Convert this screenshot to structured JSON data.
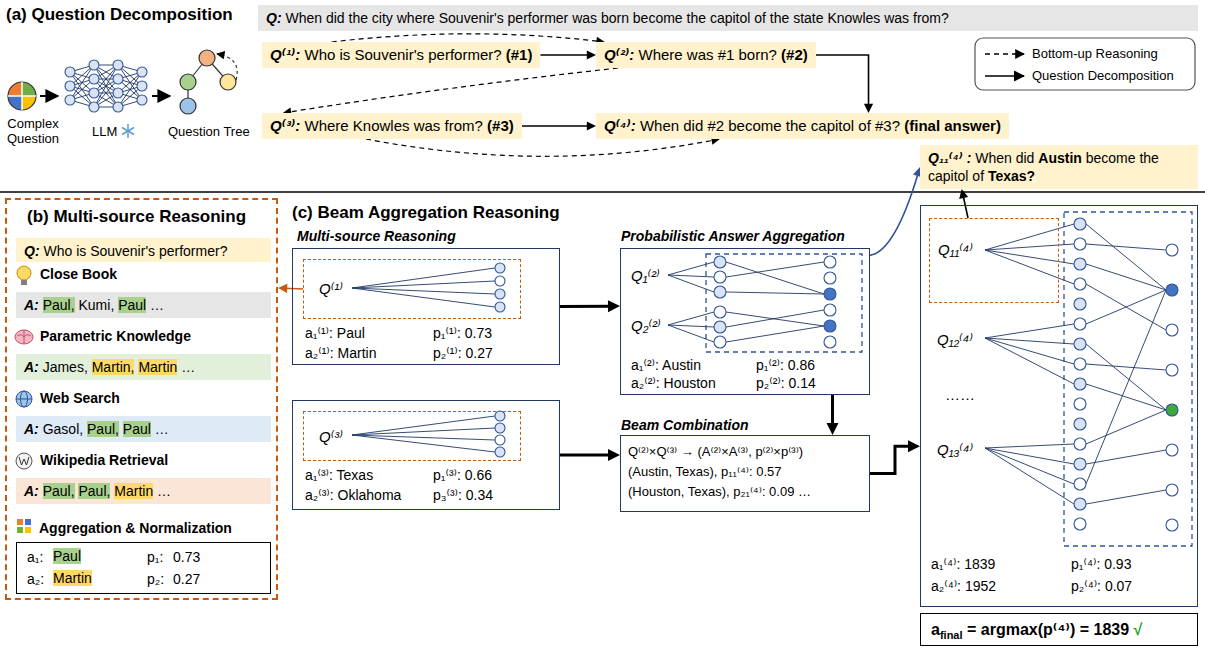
{
  "diagram": {
    "nodes": [
      {
        "text": [
          "Q:",
          "When did the city where Souvenir's performer was born become the capitol of the state Knowles was from?"
        ]
      },
      {
        "text": [
          "Q⁽¹⁾:",
          "Who is Souvenir's performer?",
          "(#1)"
        ]
      },
      {
        "text": [
          "Q⁽²⁾:",
          "Where was #1 born?",
          "(#2)"
        ]
      },
      {
        "text": [
          "Q⁽³⁾:",
          "Where Knowles was from?",
          "(#3)"
        ]
      },
      {
        "text": [
          "Q⁽⁴⁾:",
          "When did #2 become the capitol of #3?",
          "(final answer)"
        ]
      },
      {
        "text": [
          "(b) Multi-source Reasoning"
        ]
      },
      {
        "text": [
          "Q:",
          "Who is Souvenir's performer?"
        ],
        "in": 5
      },
      {
        "text": [
          "A:",
          "Paul,",
          "Kumi,",
          "Paul",
          "…"
        ],
        "in": 5
      },
      {
        "text": [
          "A:",
          "James,",
          "Martin,",
          "Martin",
          "…"
        ],
        "in": 5
      },
      {
        "text": [
          "A:",
          "Gasol,",
          "Paul,",
          "Paul",
          "…"
        ],
        "in": 5
      },
      {
        "text": [
          "A:",
          "Paul,",
          "Paul,",
          "Martin",
          "…"
        ],
        "in": 5
      },
      {
        "text": [
          "Aggregation & Normalization",
          "a₁:",
          "Paul",
          "p₁:",
          "0.73",
          "a₂:",
          "Martin",
          "p₂:",
          "0.27"
        ],
        "in": 5
      },
      {
        "text": [
          "Multi-source Reasoning",
          "a₁⁽¹⁾: Paul",
          "p₁⁽¹⁾: 0.73",
          "a₂⁽¹⁾: Martin",
          "p₂⁽¹⁾: 0.27"
        ]
      },
      {
        "text": [
          "Q⁽¹⁾"
        ],
        "in": 12
      },
      {
        "text": [
          "a₁⁽³⁾: Texas",
          "p₁⁽³⁾: 0.66",
          "a₂⁽³⁾: Oklahoma",
          "p₃⁽³⁾: 0.34"
        ]
      },
      {
        "text": [
          "Q⁽³⁾"
        ],
        "in": 14
      },
      {
        "text": [
          "Probabilistic Answer Aggregation",
          "Q₁⁽²⁾",
          "Q₂⁽²⁾",
          "a₁⁽²⁾: Austin",
          "p₁⁽²⁾: 0.86",
          "a₂⁽²⁾: Houston",
          "p₂⁽²⁾: 0.14"
        ]
      },
      {
        "text": [
          "Beam Combination",
          "Q⁽²⁾×Q⁽³⁾ → (A⁽²⁾×A⁽³⁾, p⁽²⁾×p⁽³⁾)",
          "(Austin, Texas), p₁₁⁽⁴⁾: 0.57",
          "(Houston, Texas), p₂₁⁽⁴⁾: 0.09 …"
        ]
      },
      {
        "text": [
          "Q₁₁⁽⁴⁾ :",
          "When did",
          "Austin",
          "become the capitol of",
          "Texas?"
        ]
      },
      {
        "text": [
          "Q₁₂⁽⁴⁾",
          "……",
          "Q₁₃⁽⁴⁾",
          "a₁⁽⁴⁾: 1839",
          "p₁⁽⁴⁾: 0.93",
          "a₂⁽⁴⁾: 1952",
          "p₂⁽⁴⁾: 0.07"
        ]
      },
      {
        "text": [
          "Q₁₁⁽⁴⁾"
        ],
        "in": 19
      },
      {
        "text": [
          "a",
          "final",
          "= argmax(p⁽⁴⁾) = 1839",
          "√"
        ]
      }
    ],
    "edges": [
      {
        "from": 1,
        "to": 2,
        "arrow": "to"
      },
      {
        "from": 2,
        "to": 4,
        "arrow": "to"
      },
      {
        "from": 3,
        "to": 4,
        "arrow": "to"
      },
      {
        "from": 1,
        "to": 2,
        "arrow": "to"
      },
      {
        "from": 2,
        "to": 3,
        "arrow": "to"
      },
      {
        "from": 3,
        "to": 4,
        "arrow": "to"
      },
      {
        "from": 13,
        "to": 5,
        "arrow": "to"
      },
      {
        "from": 12,
        "to": 16,
        "arrow": "to"
      },
      {
        "from": 16,
        "to": 17,
        "arrow": "to"
      },
      {
        "from": 14,
        "to": 17,
        "arrow": "to"
      },
      {
        "from": 17,
        "to": 19,
        "arrow": "to"
      },
      {
        "from": 20,
        "to": 18,
        "arrow": "to"
      },
      {
        "from": 16,
        "to": 18,
        "arrow": "to"
      }
    ],
    "labels": [
      "(a) Question Decomposition",
      "Complex Question",
      "LLM",
      "Question Tree",
      "Close Book",
      "Parametric Knowledge",
      "Web Search",
      "Wikipedia Retrieval",
      "(c) Beam Aggregation Reasoning"
    ],
    "legend": [
      {
        "text": "Bottom-up Reasoning"
      },
      {
        "text": "Question Decomposition"
      }
    ]
  }
}
